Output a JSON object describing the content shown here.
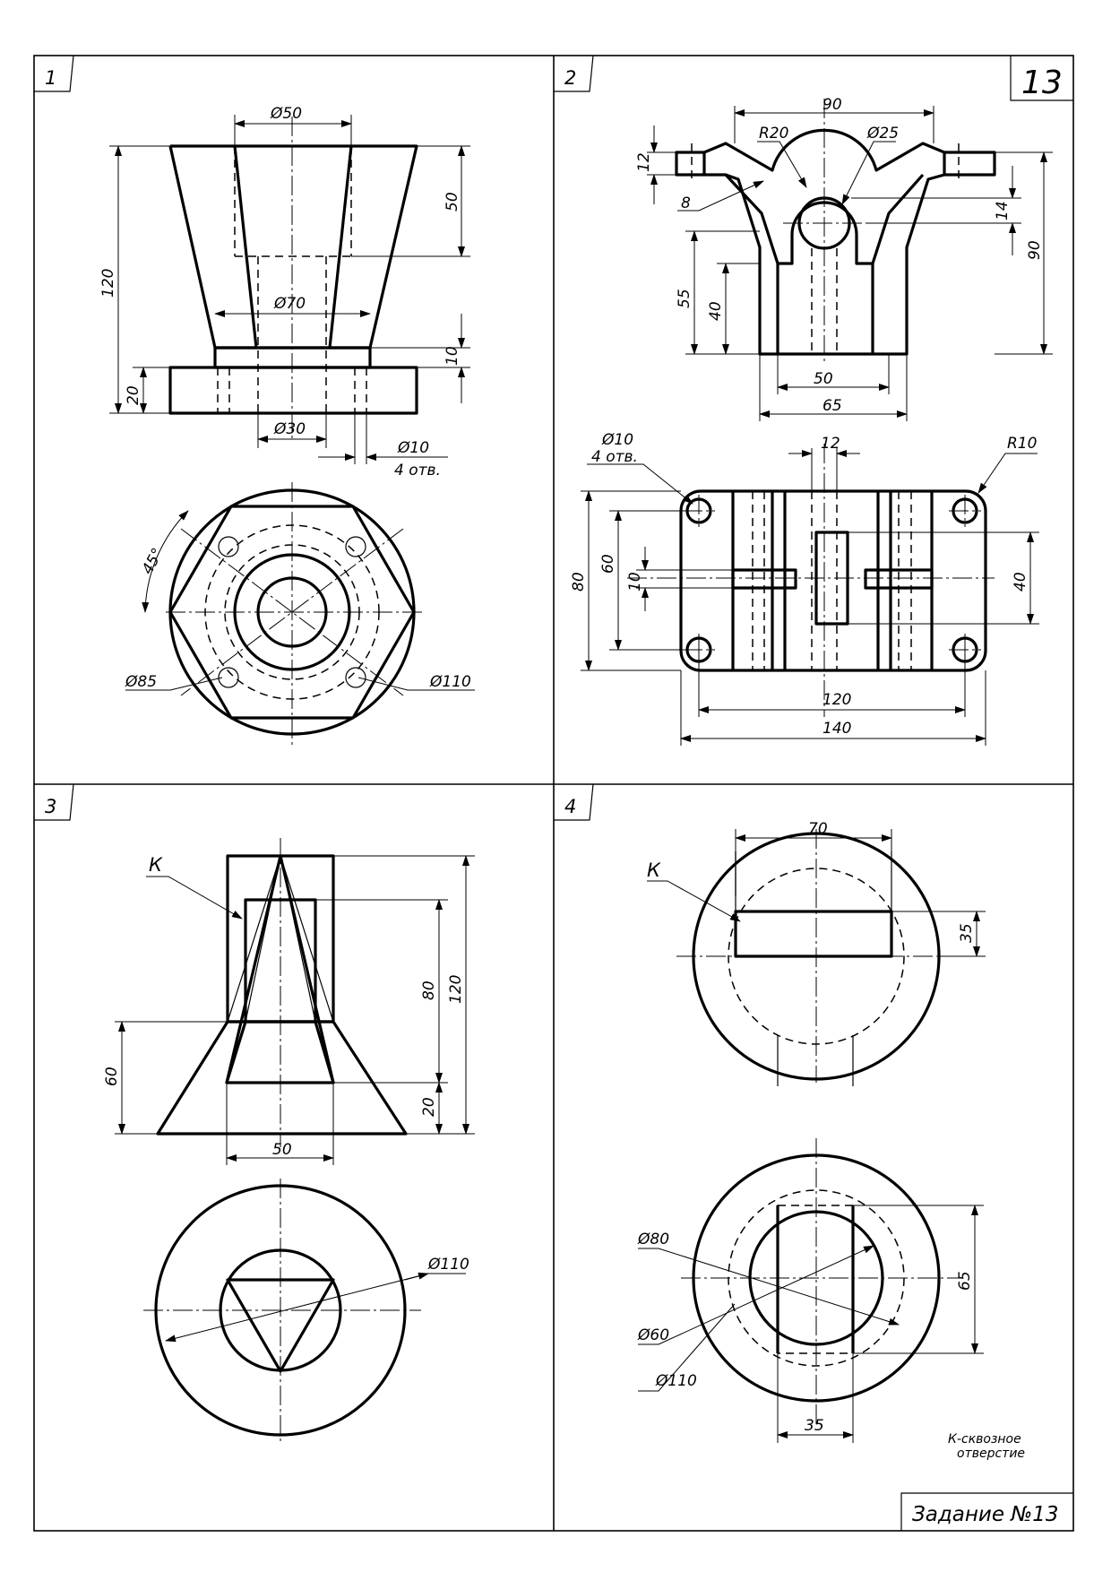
{
  "sheet": {
    "number": "13",
    "title": "Задание №13",
    "note_line1": "К-сквозное",
    "note_line2": "отверстие"
  },
  "panels": {
    "p1": {
      "label": "1",
      "dims": {
        "d50": "Ø50",
        "h50": "50",
        "h120": "120",
        "d70": "Ø70",
        "h10": "10",
        "h20": "20",
        "d30": "Ø30",
        "d10": "Ø10",
        "holes": "4 отв.",
        "angle45": "45°",
        "d85": "Ø85",
        "d110": "Ø110"
      }
    },
    "p2": {
      "label": "2",
      "dims": {
        "w90": "90",
        "r20": "R20",
        "d25": "Ø25",
        "h12": "12",
        "t8": "8",
        "h14": "14",
        "h90": "90",
        "h55": "55",
        "h40": "40",
        "w50": "50",
        "w65": "65",
        "d10": "Ø10",
        "holes": "4 отв.",
        "w12": "12",
        "r10": "R10",
        "h80": "80",
        "h60": "60",
        "h10": "10",
        "h40b": "40",
        "w120": "120",
        "w140": "140"
      }
    },
    "p3": {
      "label": "3",
      "k": "К",
      "dims": {
        "h80": "80",
        "h120": "120",
        "h60": "60",
        "h20": "20",
        "w50": "50",
        "d110": "Ø110"
      }
    },
    "p4": {
      "label": "4",
      "k": "К",
      "dims": {
        "w70": "70",
        "h35": "35",
        "d80": "Ø80",
        "d60": "Ø60",
        "d110": "Ø110",
        "h65": "65",
        "w35": "35"
      }
    }
  }
}
